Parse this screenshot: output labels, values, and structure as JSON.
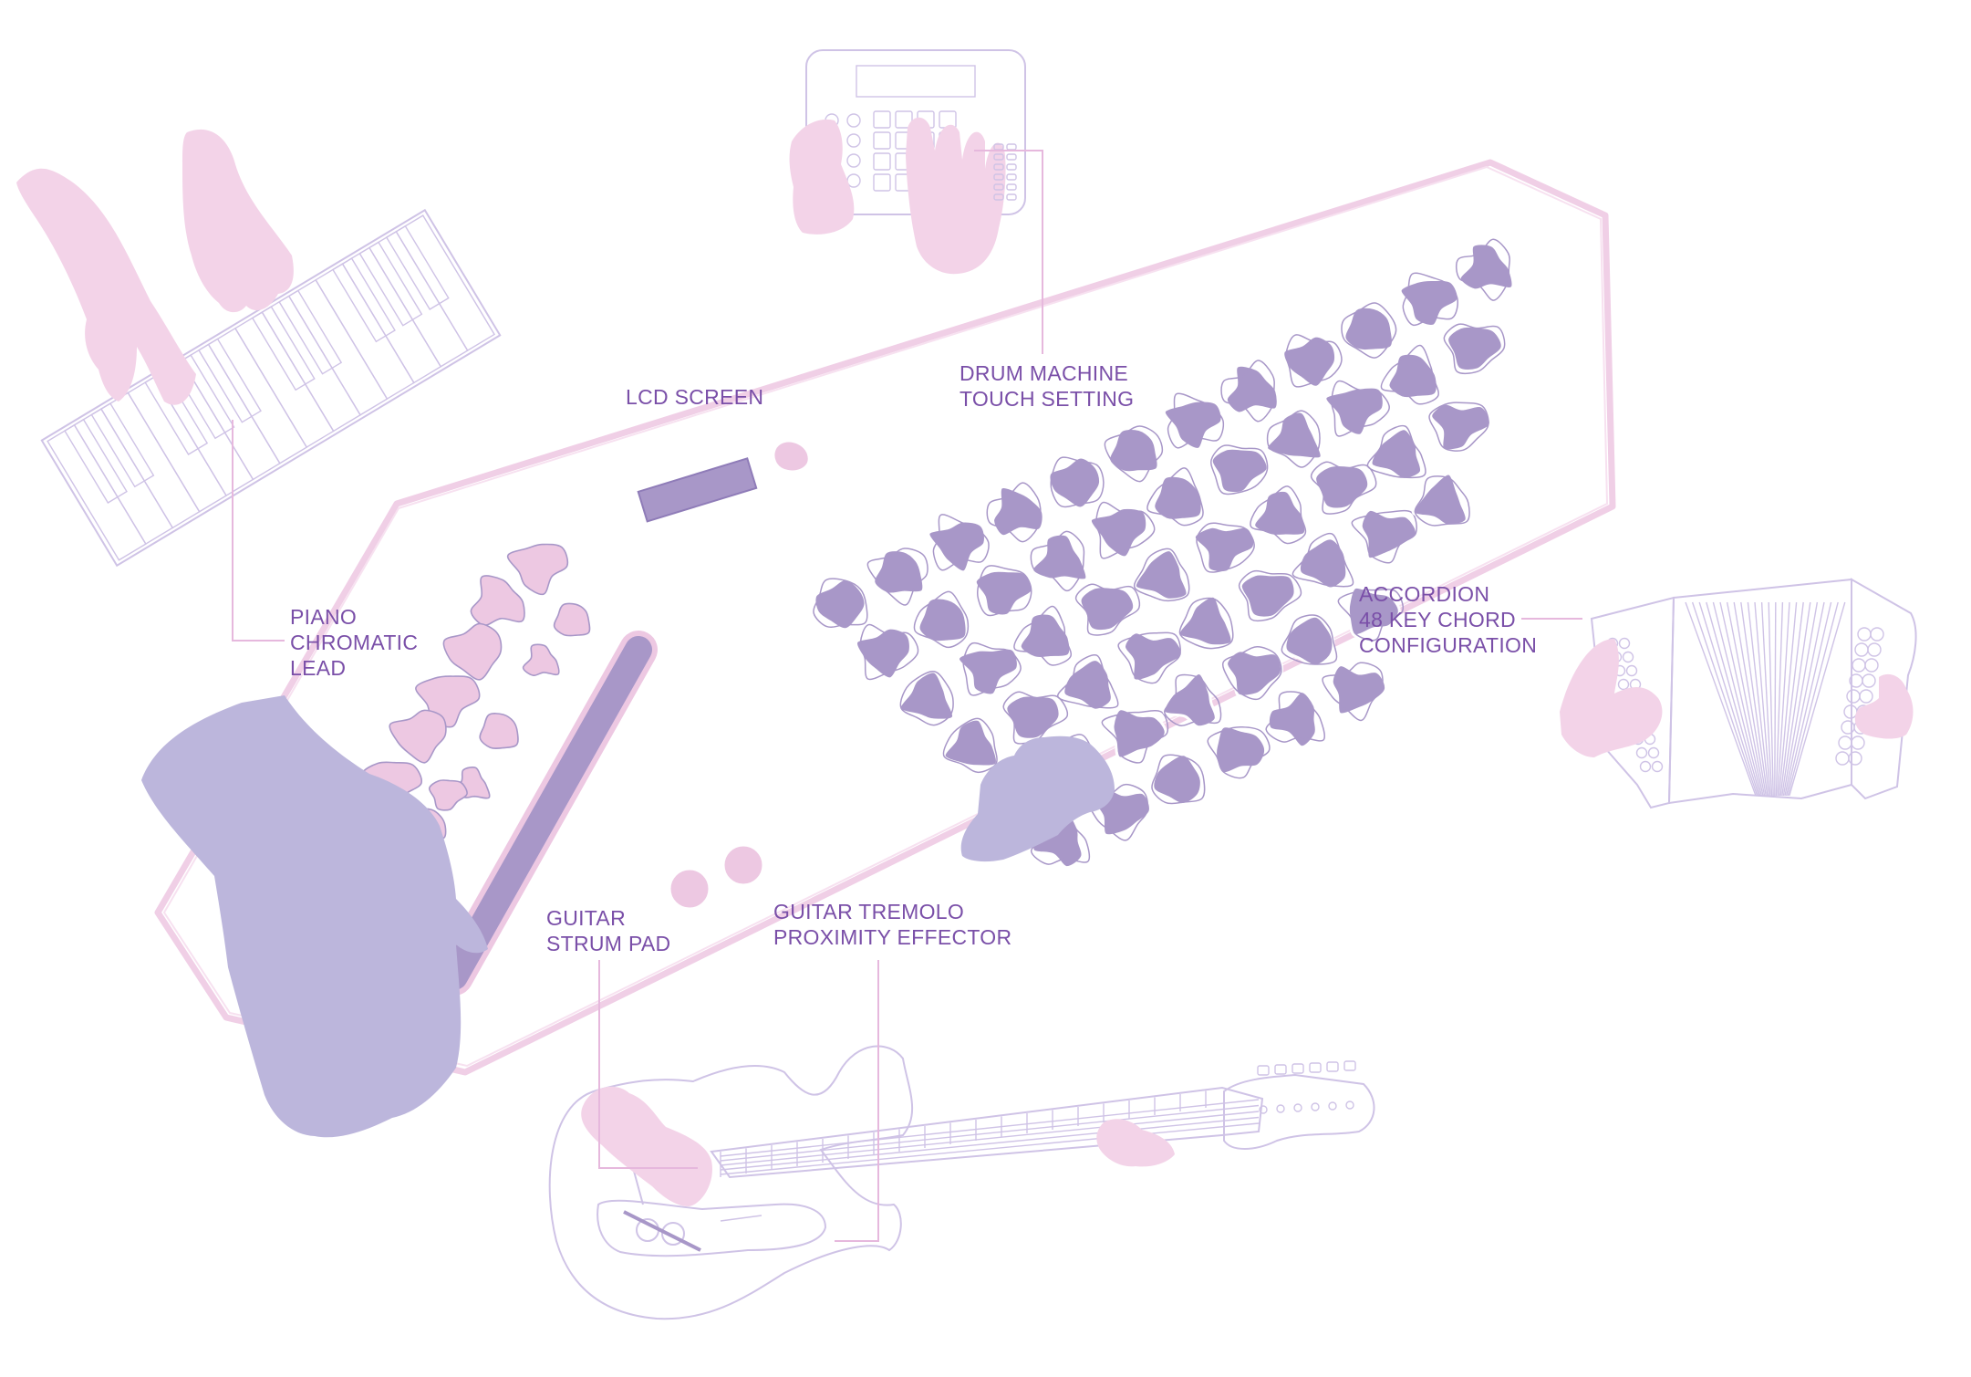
{
  "palette": {
    "pad_purple": "#a897c8",
    "pad_pink": "#edc8e2",
    "hand_pink": "#f3d3e8",
    "hand_purple": "#bcb6dc",
    "outline": "#cfc3e6",
    "leader_line": "#e6b8dd",
    "label_text": "#7a4fa8"
  },
  "labels": {
    "lcd_screen": "LCD SCREEN",
    "drum_machine": [
      "DRUM MACHINE",
      "TOUCH SETTING"
    ],
    "piano": [
      "PIANO",
      "CHROMATIC",
      "LEAD"
    ],
    "accordion": [
      "ACCORDION",
      "48 KEY CHORD",
      "CONFIGURATION"
    ],
    "guitar_strum": [
      "GUITAR",
      "STRUM PAD"
    ],
    "guitar_tremolo": [
      "GUITAR TREMOLO",
      "PROXIMITY EFFECTOR"
    ]
  },
  "icons": [
    "keyboard-icon",
    "drum-machine-icon",
    "accordion-icon",
    "electric-guitar-icon",
    "hand-icon"
  ]
}
